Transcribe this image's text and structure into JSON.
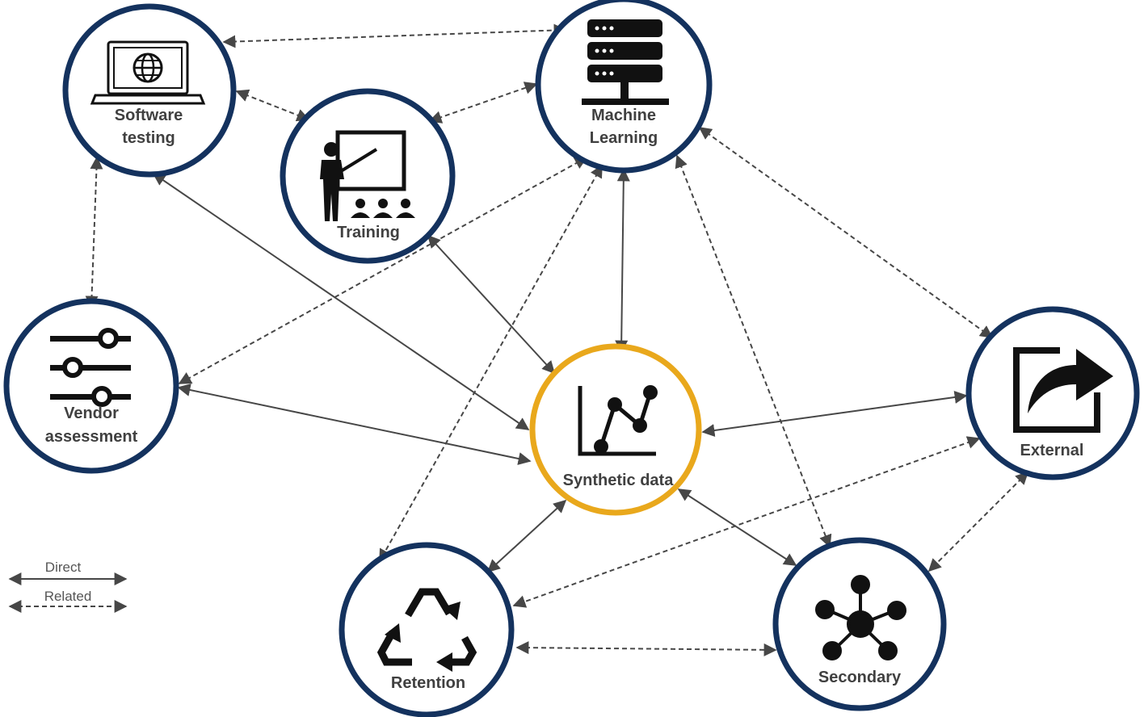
{
  "nodes": {
    "software_testing": {
      "line1": "Software",
      "line2": "testing",
      "icon": "laptop-globe-icon"
    },
    "machine_learning": {
      "line1": "Machine",
      "line2": "Learning",
      "icon": "server-rack-icon"
    },
    "training": {
      "label": "Training",
      "icon": "presenter-audience-icon"
    },
    "vendor_assessment": {
      "line1": "Vendor",
      "line2": "assessment",
      "icon": "sliders-icon"
    },
    "synthetic_data": {
      "label": "Synthetic data",
      "icon": "line-chart-icon"
    },
    "external": {
      "label": "External",
      "icon": "share-arrow-icon"
    },
    "retention": {
      "label": "Retention",
      "icon": "recycle-icon"
    },
    "secondary": {
      "label": "Secondary",
      "icon": "hub-network-icon"
    }
  },
  "legend": {
    "direct": "Direct",
    "related": "Related"
  },
  "colors": {
    "node_border": "#14325e",
    "center_border": "#e9a81c",
    "edge": "#474747",
    "icon": "#111111"
  }
}
